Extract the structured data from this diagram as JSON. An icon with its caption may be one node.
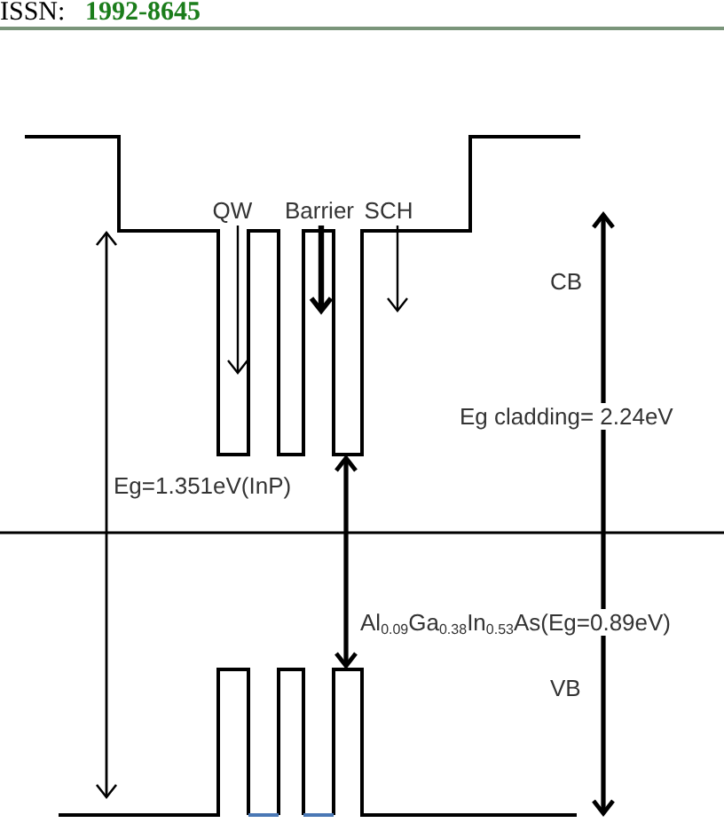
{
  "diagram": {
    "nodes": [
      {
        "text": [
          "QW"
        ]
      },
      {
        "text": [
          "Barrier"
        ]
      },
      {
        "text": [
          "SCH"
        ]
      }
    ],
    "edges": [
      {
        "from": 0,
        "to": null,
        "arrow": "to"
      },
      {
        "from": 1,
        "to": null,
        "arrow": "to",
        "style": "thick"
      },
      {
        "from": 2,
        "to": null,
        "arrow": "to"
      }
    ],
    "labels": [
      "ISSN:",
      "1992-8645",
      "CB",
      "Eg cladding= 2.24eV",
      "Eg=1.351eV(InP)",
      "Al$_{0.09}$Ga$_{0.38}$In$_{0.53}$As(Eg=0.89eV)",
      "VB"
    ]
  }
}
